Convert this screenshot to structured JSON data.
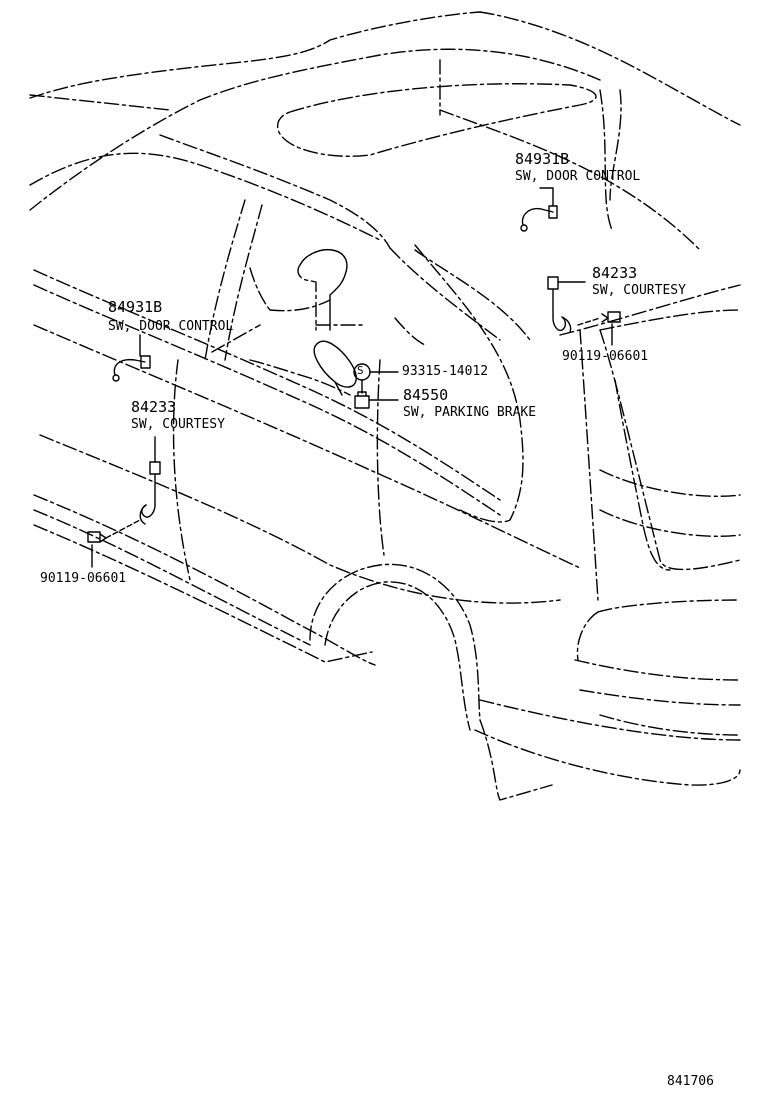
{
  "parts": {
    "door_control_right": {
      "part_no": "84931B",
      "name": "SW, DOOR CONTROL"
    },
    "courtesy_right": {
      "part_no": "84233",
      "name": "SW, COURTESY"
    },
    "screw_right": {
      "part_no": "90119-06601"
    },
    "door_control_left": {
      "part_no": "84931B",
      "name": "SW, DOOR CONTROL"
    },
    "courtesy_left": {
      "part_no": "84233",
      "name": "SW, COURTESY"
    },
    "screw_left": {
      "part_no": "90119-06601"
    },
    "standard_part": {
      "symbol": "S",
      "part_no": "93315-14012"
    },
    "parking_brake": {
      "part_no": "84550",
      "name": "SW, PARKING BRAKE"
    }
  },
  "diagram_code": "841706",
  "colors": {
    "line": "#000000",
    "background": "#ffffff"
  }
}
